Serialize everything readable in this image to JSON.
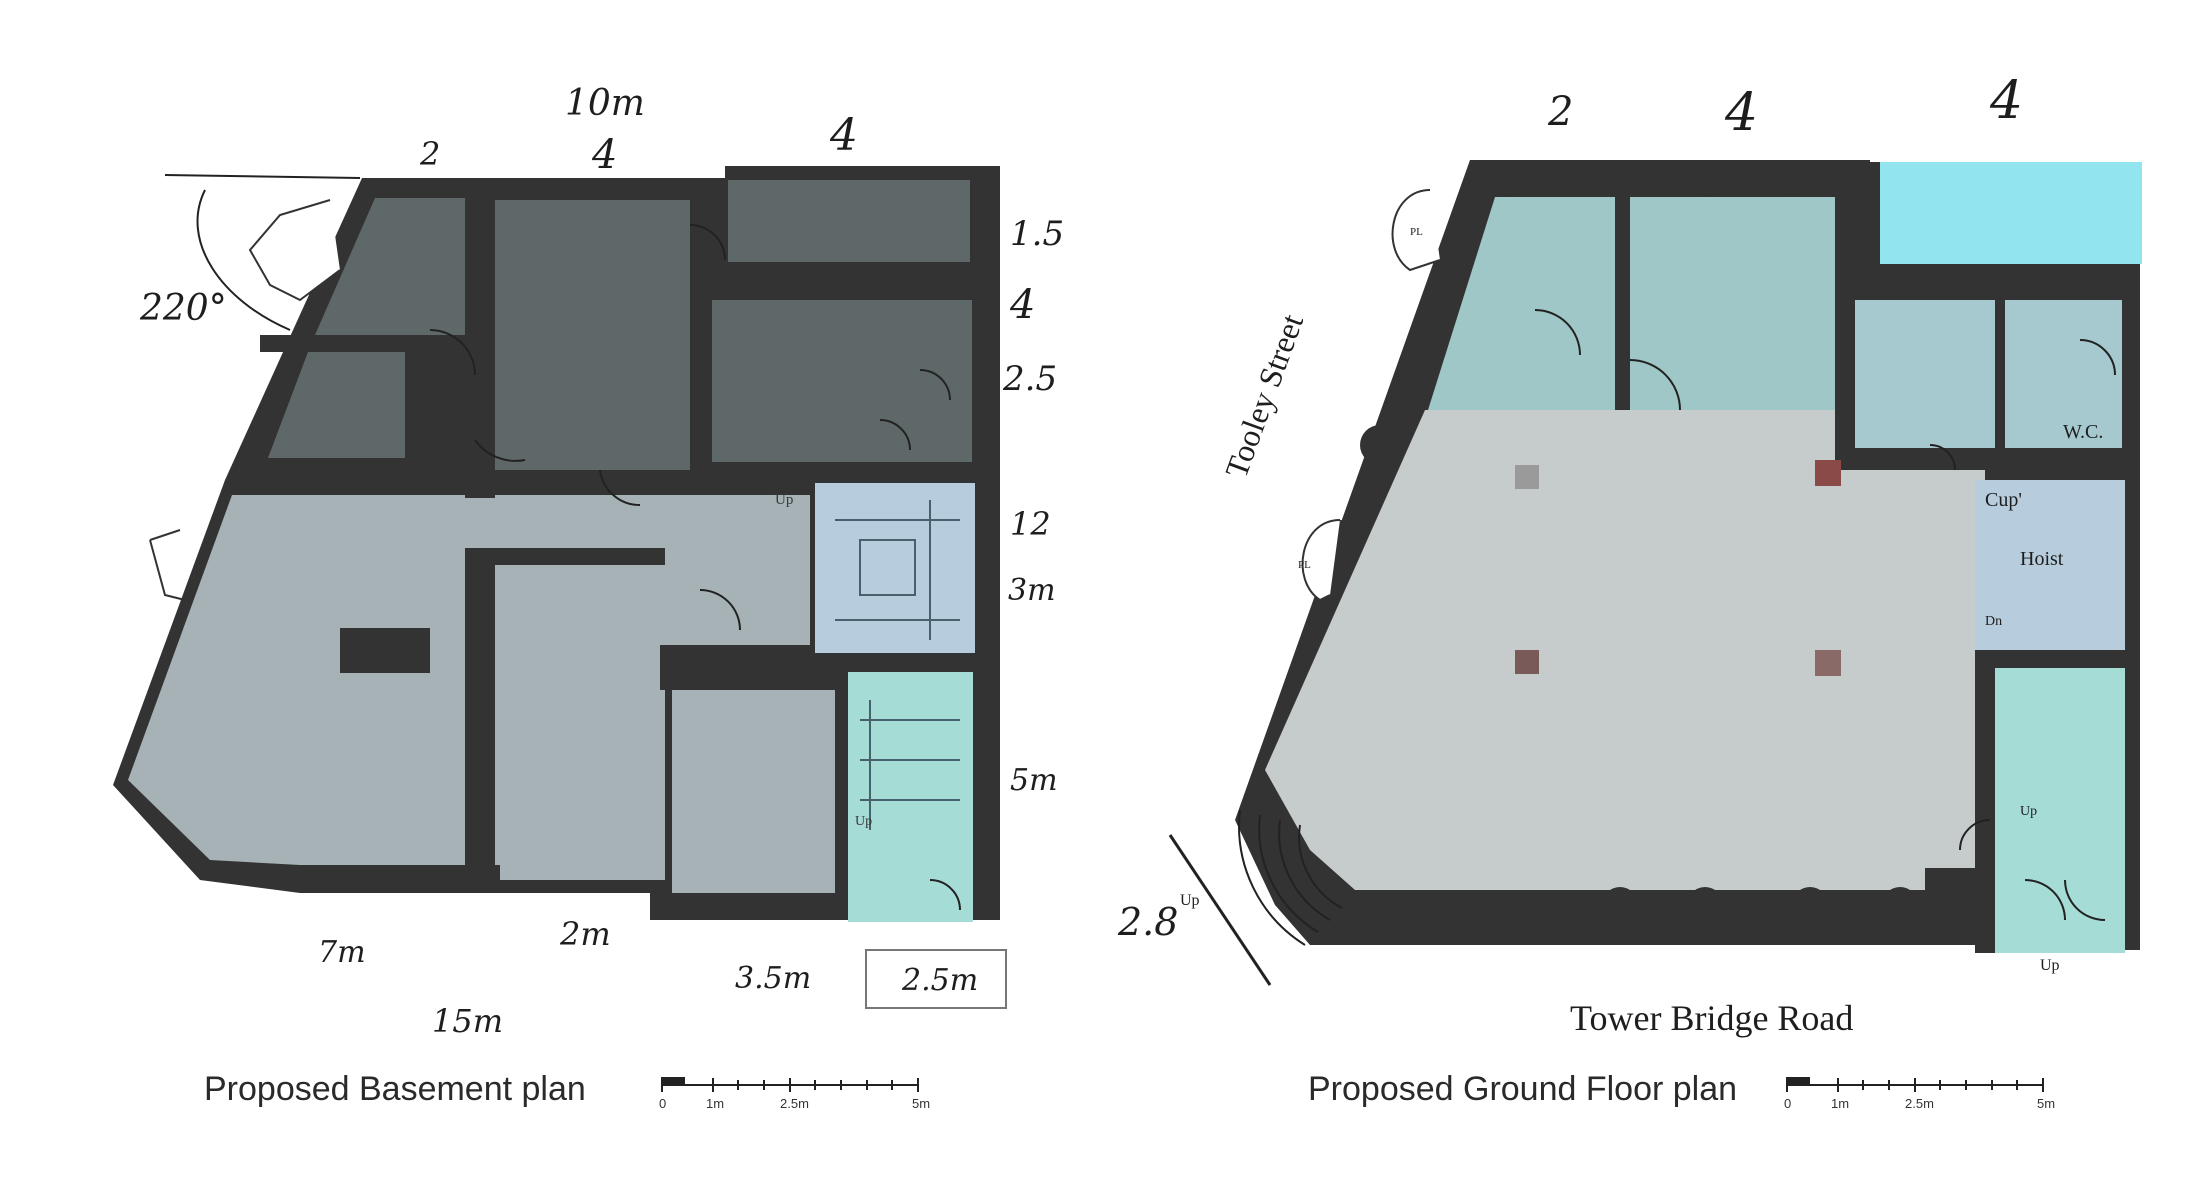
{
  "basement": {
    "title": "Proposed Basement plan",
    "scale": {
      "zero": "0",
      "one": "1m",
      "mid": "2.5m",
      "end": "5m"
    },
    "annotations": {
      "top_total": "10m",
      "top_a": "2",
      "top_b": "4",
      "top_c": "4",
      "angle": "220°",
      "right_a": "1.5",
      "right_b": "4",
      "right_c": "2.5",
      "right_d": "12",
      "right_e": "3m",
      "right_f": "5m",
      "bottom_a": "7m",
      "bottom_b": "2m",
      "bottom_c": "3.5m",
      "bottom_d": "2.5m",
      "bottom_total": "15m"
    },
    "labels": {
      "up_stair": "Up",
      "up_lower": "Up"
    }
  },
  "ground": {
    "title": "Proposed Ground Floor plan",
    "scale": {
      "zero": "0",
      "one": "1m",
      "mid": "2.5m",
      "end": "5m"
    },
    "streets": {
      "left": "Tooley Street",
      "bottom": "Tower Bridge Road"
    },
    "annotations": {
      "top_a": "2",
      "top_b": "4",
      "top_c": "4",
      "corner": "2.8"
    },
    "labels": {
      "wc": "W.C.",
      "cup": "Cup'",
      "hoist": "Hoist",
      "dn": "Dn",
      "up_lower": "Up",
      "up_door": "Up",
      "up_corner": "Up",
      "pl_top": "PL",
      "pl_mid": "PL"
    }
  },
  "colors": {
    "wall": "#333333",
    "dark_room": "#5f6868",
    "light_room": "#a6b2b6",
    "stair_blue": "#b7ccdc",
    "stair_teal": "#a6dcd6",
    "ground_teal": "#9fc7c7",
    "ground_gray": "#c6cccb",
    "cyan_room": "#92e4ee"
  }
}
